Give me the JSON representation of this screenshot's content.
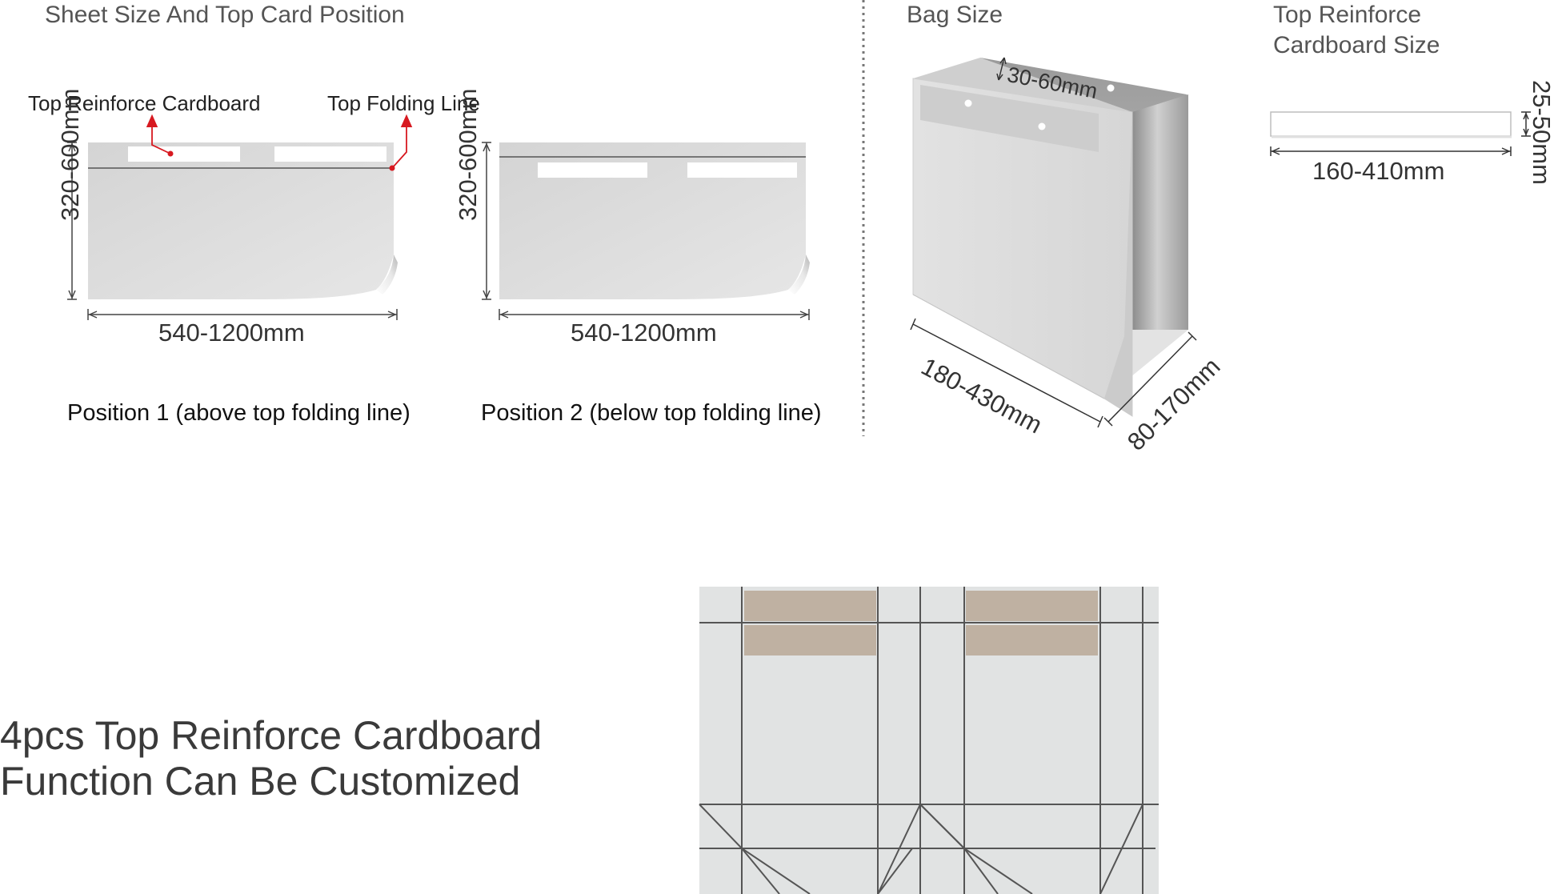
{
  "left_section": {
    "title": "Sheet Size And Top Card Position",
    "callouts": {
      "reinforce": "Top Reinforce Cardboard",
      "folding": "Top Folding Line"
    },
    "position1": {
      "height_label": "320-600mm",
      "width_label": "540-1200mm",
      "caption": "Position 1  (above top folding line)"
    },
    "position2": {
      "height_label": "320-600mm",
      "width_label": "540-1200mm",
      "caption": "Position 2  (below top folding line)"
    }
  },
  "bag_section": {
    "title": "Bag Size",
    "top_label": "30-60mm",
    "width_label": "180-430mm",
    "depth_label": "80-170mm"
  },
  "card_section": {
    "title_line1": "Top Reinforce",
    "title_line2": "Cardboard Size",
    "width_label": "160-410mm",
    "height_label": "25-50mm"
  },
  "bottom_section": {
    "line1": "4pcs Top Reinforce Cardboard",
    "line2": "Function Can Be Customized"
  },
  "colors": {
    "callout_red": "#d71920",
    "sheet_gray": "#d7d7d7",
    "card_tan": "#bfb1a2",
    "line_dark": "#555555"
  }
}
